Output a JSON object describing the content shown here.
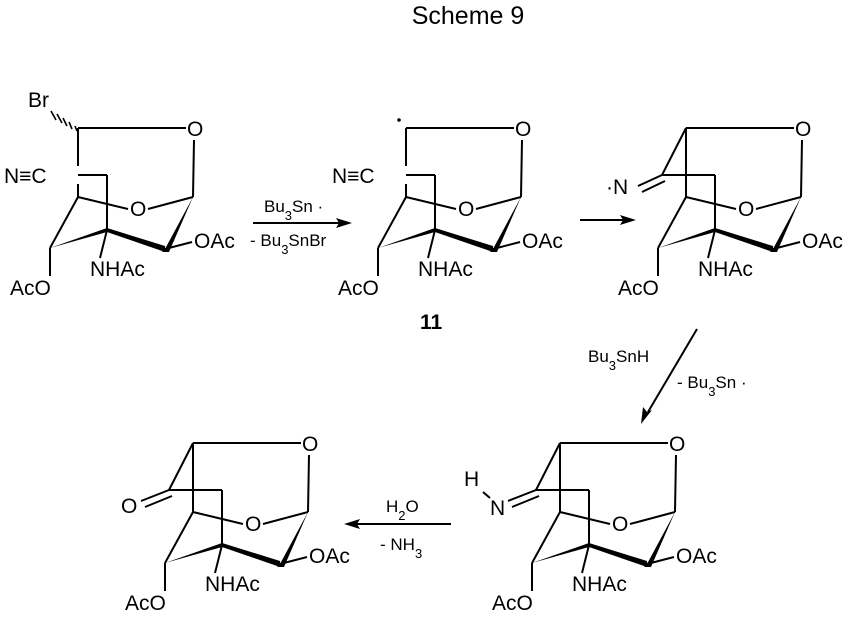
{
  "title": "Scheme 9",
  "compounds": [
    {
      "id": "bromide",
      "substituent_top": "Br",
      "substituent_side": "N≡C",
      "labels": {
        "ring_o_top": "O",
        "ring_o_mid": "O",
        "oac": "OAc",
        "nhac": "NHAc",
        "aco": "AcO"
      },
      "number": ""
    },
    {
      "id": "radical-11",
      "substituent_top": "·",
      "substituent_side": "N≡C",
      "labels": {
        "ring_o_top": "O",
        "ring_o_mid": "O",
        "oac": "OAc",
        "nhac": "NHAc",
        "aco": "AcO"
      },
      "number": "11"
    },
    {
      "id": "iminyl-radical",
      "substituent_side": "·N",
      "labels": {
        "ring_o_top": "O",
        "ring_o_mid": "O",
        "oac": "OAc",
        "nhac": "NHAc",
        "aco": "AcO"
      },
      "number": ""
    },
    {
      "id": "imine",
      "substituent_side": "N",
      "substituent_h": "H",
      "labels": {
        "ring_o_top": "O",
        "ring_o_mid": "O",
        "oac": "OAc",
        "nhac": "NHAc",
        "aco": "AcO"
      },
      "number": ""
    },
    {
      "id": "ketone",
      "substituent_side": "O",
      "labels": {
        "ring_o_top": "O",
        "ring_o_mid": "O",
        "oac": "OAc",
        "nhac": "NHAc",
        "aco": "AcO"
      },
      "number": ""
    }
  ],
  "arrows": [
    {
      "id": "step1",
      "above": "Bu3Sn ·",
      "below": "- Bu3SnBr",
      "direction": "right"
    },
    {
      "id": "step2",
      "above": "",
      "below": "",
      "direction": "right"
    },
    {
      "id": "step3",
      "left": "Bu3SnH",
      "right": "- Bu3Sn ·",
      "direction": "down-left"
    },
    {
      "id": "step4",
      "above": "H2O",
      "below": "- NH3",
      "direction": "left"
    }
  ]
}
